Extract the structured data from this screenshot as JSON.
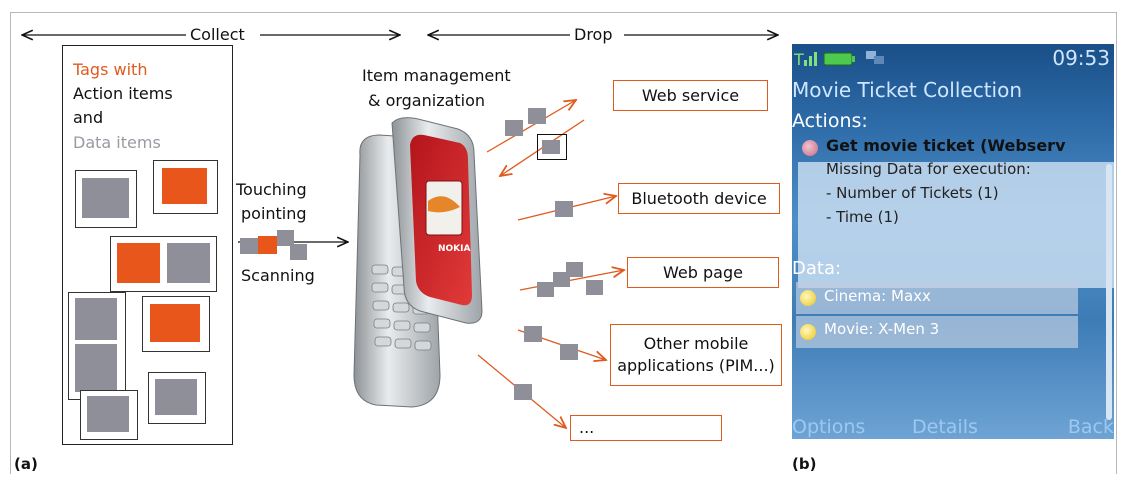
{
  "labels": {
    "collect": "Collect",
    "drop": "Drop",
    "item_mgmt_1": "Item management",
    "item_mgmt_2": "& organization",
    "tags_with": "Tags with",
    "action_items": "Action items",
    "and": "and",
    "data_items": "Data items",
    "touching": "Touching",
    "pointing": "pointing",
    "scanning": "Scanning",
    "panel_a": "(a)",
    "panel_b": "(b)"
  },
  "targets": {
    "web_service": "Web service",
    "bluetooth": "Bluetooth device",
    "web_page": "Web page",
    "other_1": "Other mobile",
    "other_2": "applications (PIM...)",
    "more": "..."
  },
  "phone_logo": "NOKIA",
  "screen": {
    "time": "09:53",
    "title": "Movie Ticket Collection",
    "actions_header": "Actions:",
    "action_title": "Get movie ticket (Webserv",
    "missing": "Missing Data for execution:",
    "missing_1": "- Number of Tickets (1)",
    "missing_2": "- Time (1)",
    "data_header": "Data:",
    "data_1": "Cinema: Maxx",
    "data_2": "Movie: X-Men 3",
    "soft_left": "Options",
    "soft_middle": "Details",
    "soft_right": "Back"
  },
  "colors": {
    "orange": "#e8561b",
    "grey": "#8e8f98",
    "accent_text": "#e05a1e",
    "data_text": "#9a9aa2"
  }
}
